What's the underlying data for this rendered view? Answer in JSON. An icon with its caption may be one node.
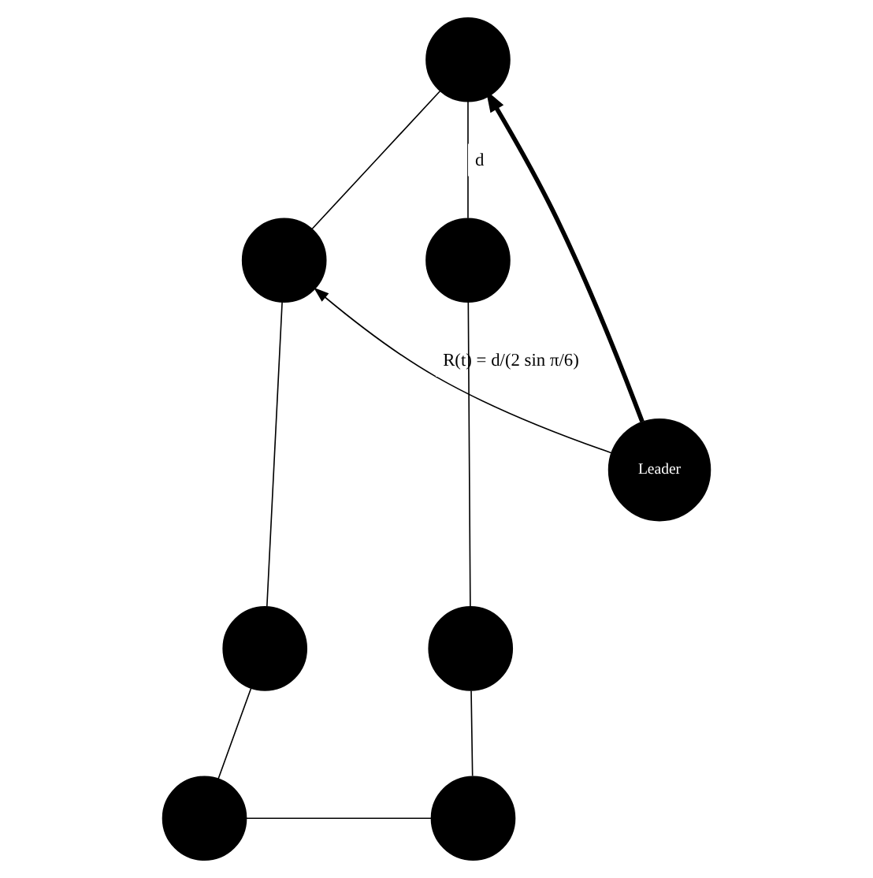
{
  "diagram": {
    "nodes": [
      {
        "text": [],
        "shape": "circle"
      },
      {
        "text": [],
        "shape": "circle"
      },
      {
        "text": [],
        "shape": "circle"
      },
      {
        "text": [
          "Leader"
        ]
      },
      {
        "text": [],
        "shape": "circle"
      },
      {
        "text": [],
        "shape": "circle"
      },
      {
        "text": [],
        "shape": "circle"
      },
      {
        "text": [],
        "shape": "circle"
      }
    ],
    "edges": [
      {
        "from": 0,
        "to": 1,
        "arrow": "none"
      },
      {
        "from": 0,
        "to": 2,
        "arrow": "none",
        "label": "d"
      },
      {
        "from": 1,
        "to": 4,
        "arrow": "none"
      },
      {
        "from": 2,
        "to": 5,
        "arrow": "none"
      },
      {
        "from": 4,
        "to": 6,
        "arrow": "none"
      },
      {
        "from": 5,
        "to": 7,
        "arrow": "none"
      },
      {
        "from": 6,
        "to": 7,
        "arrow": "none"
      },
      {
        "from": 3,
        "to": 0,
        "arrow": "to",
        "style": "thick"
      },
      {
        "from": 3,
        "to": 1,
        "arrow": "to",
        "label": "R(t) = d/(2 sin π/6)"
      }
    ]
  }
}
